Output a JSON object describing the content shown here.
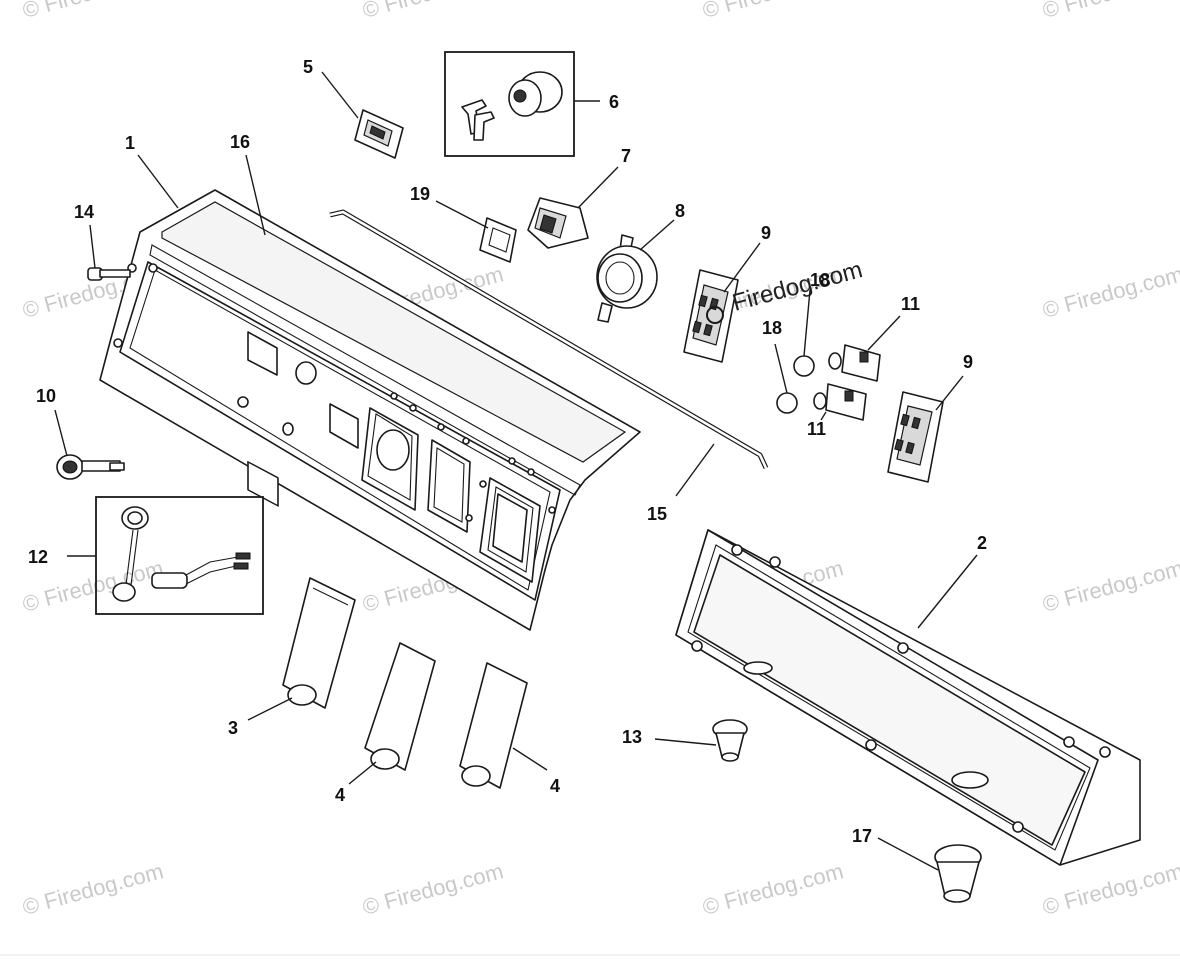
{
  "watermark": {
    "text": "© Firedog.com",
    "dark_text": "Firedog.com"
  },
  "callouts": [
    {
      "id": "c1",
      "label": "1"
    },
    {
      "id": "c2",
      "label": "2"
    },
    {
      "id": "c3",
      "label": "3"
    },
    {
      "id": "c4a",
      "label": "4"
    },
    {
      "id": "c4b",
      "label": "4"
    },
    {
      "id": "c5",
      "label": "5"
    },
    {
      "id": "c6",
      "label": "6"
    },
    {
      "id": "c7",
      "label": "7"
    },
    {
      "id": "c8",
      "label": "8"
    },
    {
      "id": "c9a",
      "label": "9"
    },
    {
      "id": "c9b",
      "label": "9"
    },
    {
      "id": "c10",
      "label": "10"
    },
    {
      "id": "c11a",
      "label": "11"
    },
    {
      "id": "c11b",
      "label": "11"
    },
    {
      "id": "c12",
      "label": "12"
    },
    {
      "id": "c13",
      "label": "13"
    },
    {
      "id": "c14",
      "label": "14"
    },
    {
      "id": "c15",
      "label": "15"
    },
    {
      "id": "c16",
      "label": "16"
    },
    {
      "id": "c17",
      "label": "17"
    },
    {
      "id": "c18a",
      "label": "18"
    },
    {
      "id": "c18b",
      "label": "18"
    },
    {
      "id": "c19",
      "label": "19"
    }
  ]
}
